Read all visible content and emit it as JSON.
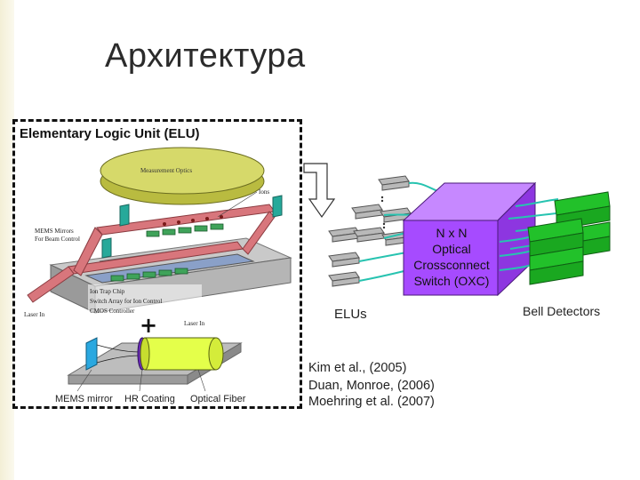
{
  "slide": {
    "title": "Архитектура"
  },
  "elu_panel": {
    "title": "Elementary Logic Unit (ELU)",
    "labels": {
      "measurement_optics": "Measurement Optics",
      "ions": "Ions",
      "mems_mirrors": "MEMS Mirrors",
      "mems_mirrors_sub": "For Beam Control",
      "ion_trap_chip": "Ion Trap Chip",
      "switch_array": "Switch Array for Ion Control",
      "cmos_controller": "CMOS Controller",
      "laser_in_left": "Laser In",
      "laser_in_right": "Laser In",
      "plus": "+",
      "mems_mirror": "MEMS mirror",
      "hr_coating": "HR Coating",
      "optical_fiber": "Optical Fiber"
    }
  },
  "network": {
    "oxc_label": [
      "N x N",
      "Optical",
      "Crossconnect",
      "Switch (OXC)"
    ],
    "elus_label": "ELUs",
    "detectors_label": "Bell Detectors"
  },
  "citations": [
    "Kim et al., (2005)",
    "Duan, Monroe, (2006)",
    "Moehring et al. (2007)"
  ],
  "colors": {
    "oxc": "#a64bff",
    "fibers": "#27c3b0",
    "detectors": "#22c12a",
    "elu_boxes": "#b9b9b9",
    "rails": "#d8767c",
    "optics_disc": "#d6d96a",
    "fiber_cylinder": "#e4ff4a"
  }
}
